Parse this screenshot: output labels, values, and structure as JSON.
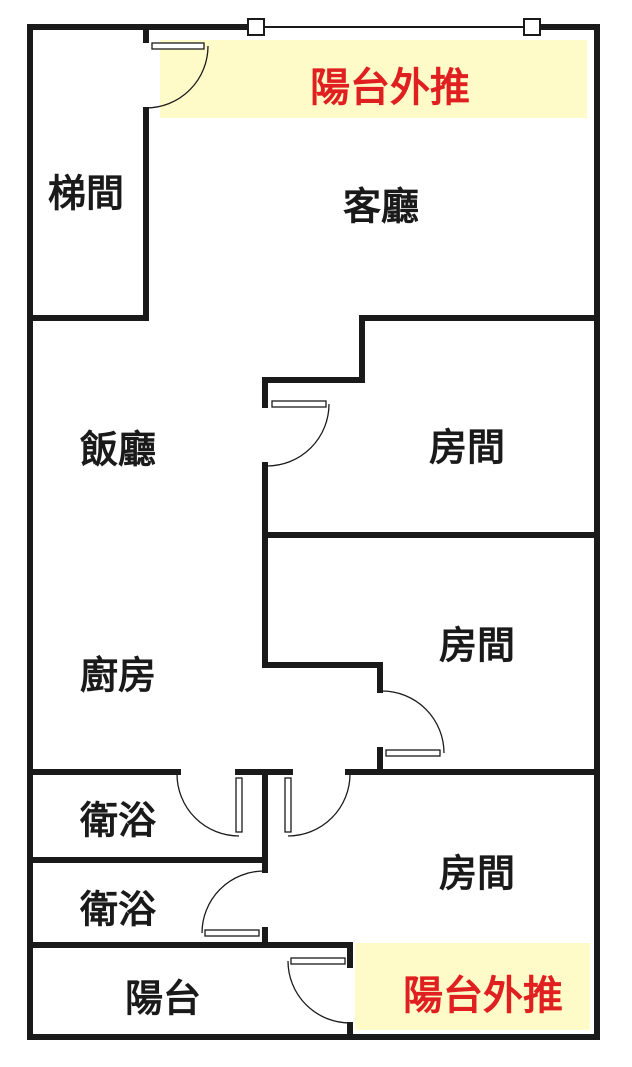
{
  "rooms": {
    "stairwell": "梯間",
    "living_room": "客廳",
    "balcony_top": "陽台外推",
    "dining_room": "飯廳",
    "kitchen": "廚房",
    "bedroom_1": "房間",
    "bedroom_2": "房間",
    "bedroom_3": "房間",
    "bathroom_1": "衛浴",
    "bathroom_2": "衛浴",
    "balcony": "陽台",
    "balcony_bottom": "陽台外推"
  },
  "colors": {
    "highlight": "#fffbc8",
    "label_red": "#e02020",
    "wall": "#1a1a1a"
  }
}
